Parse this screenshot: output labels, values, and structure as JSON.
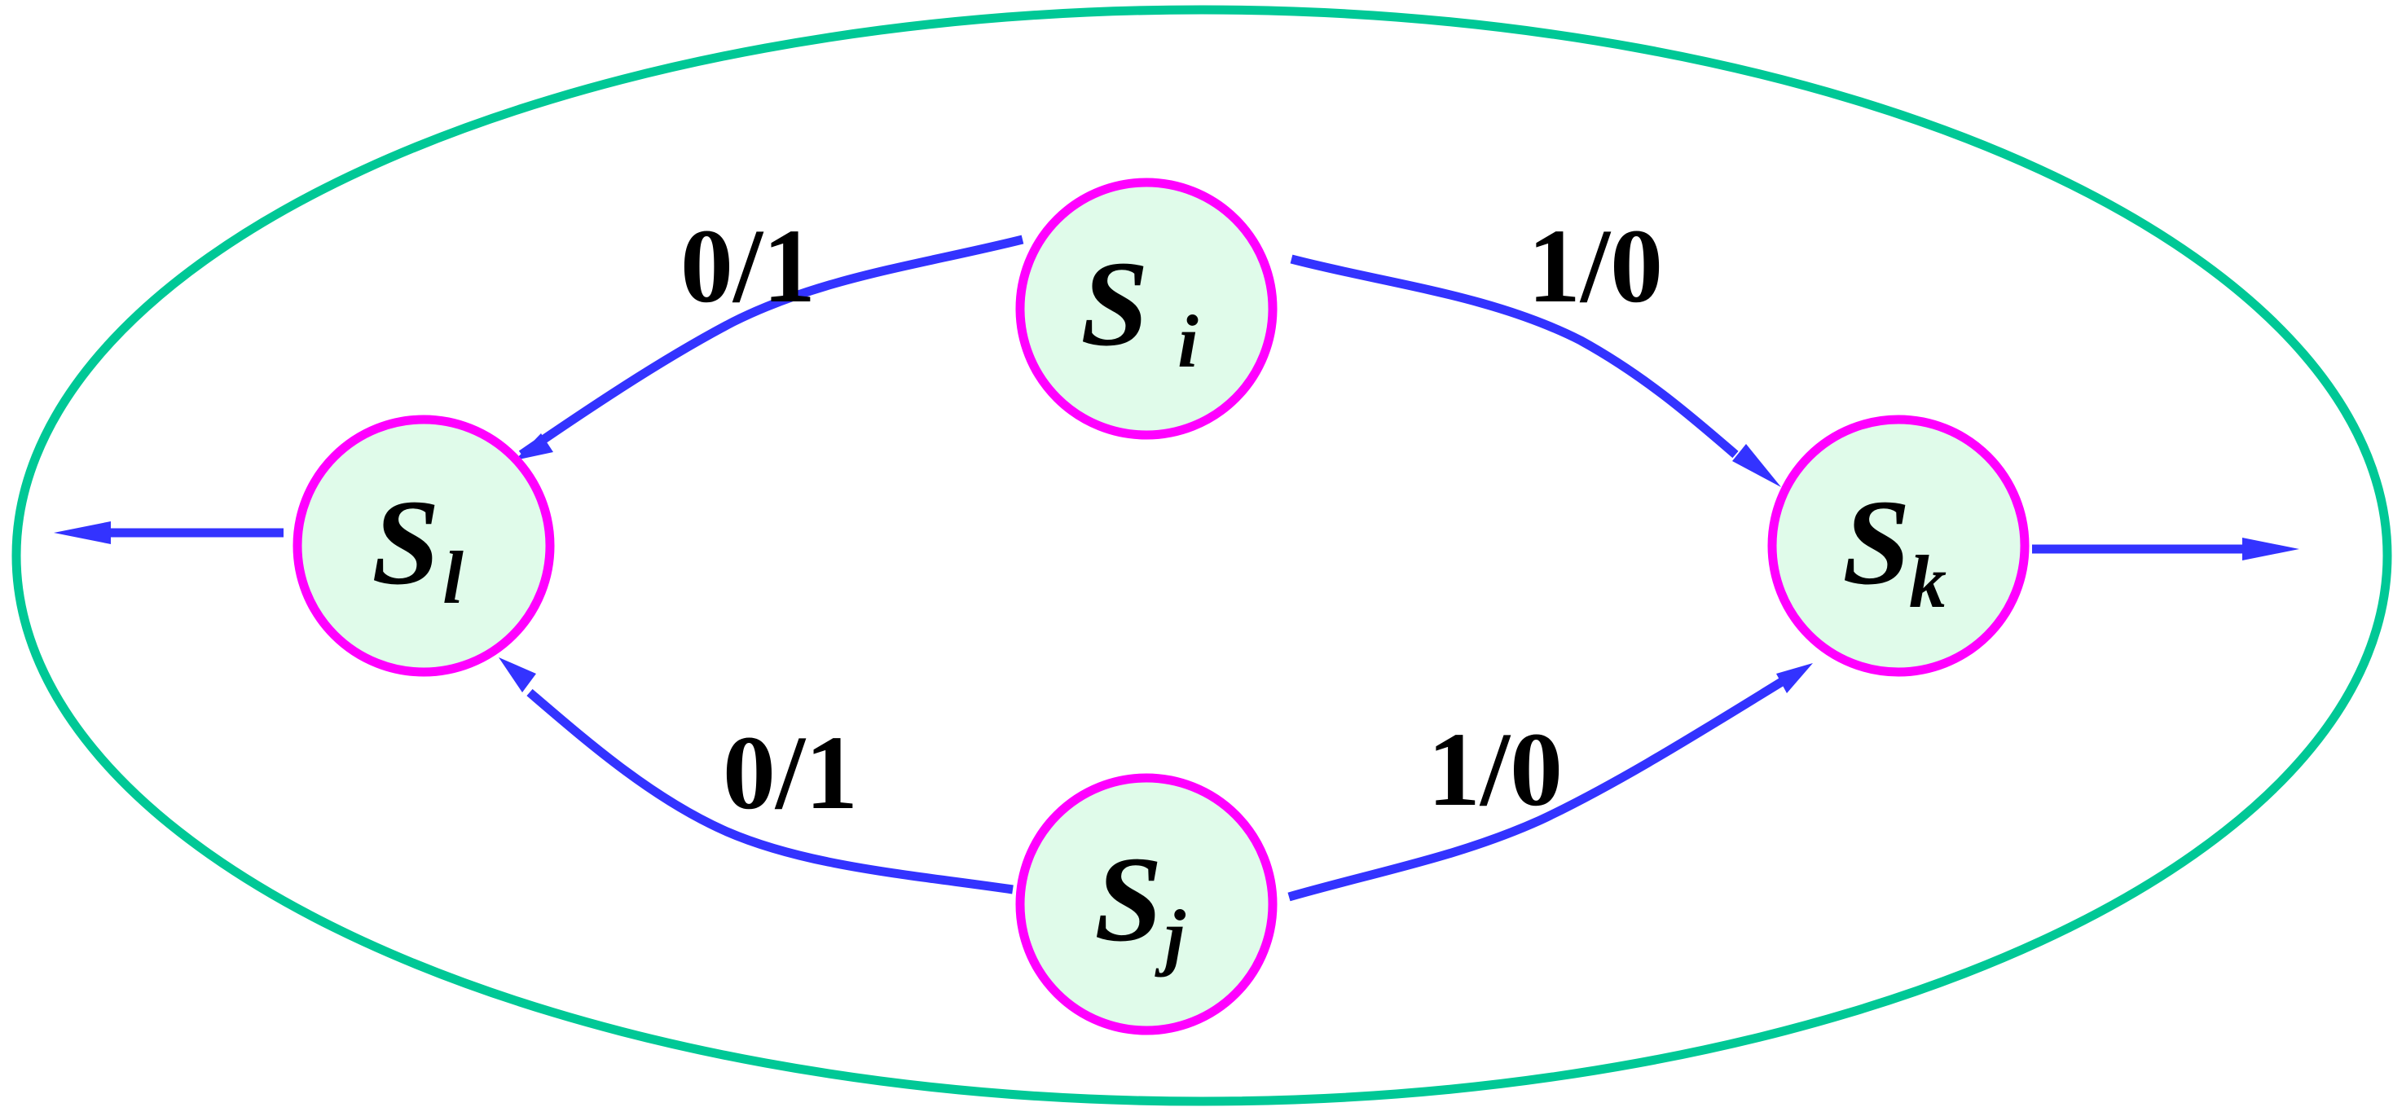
{
  "colors": {
    "boundary": "#00C896",
    "state_stroke": "#FF00FF",
    "state_fill": "#E0FBEA",
    "arrow": "#3333FF",
    "text": "#000000"
  },
  "states": {
    "si": {
      "letter": "S",
      "sub": "i"
    },
    "sj": {
      "letter": "S",
      "sub": "j"
    },
    "sl": {
      "letter": "S",
      "sub": "l"
    },
    "sk": {
      "letter": "S",
      "sub": "k"
    }
  },
  "edges": {
    "si_to_sl": "0/1",
    "si_to_sk": "1/0",
    "sj_to_sl": "0/1",
    "sj_to_sk": "1/0"
  }
}
